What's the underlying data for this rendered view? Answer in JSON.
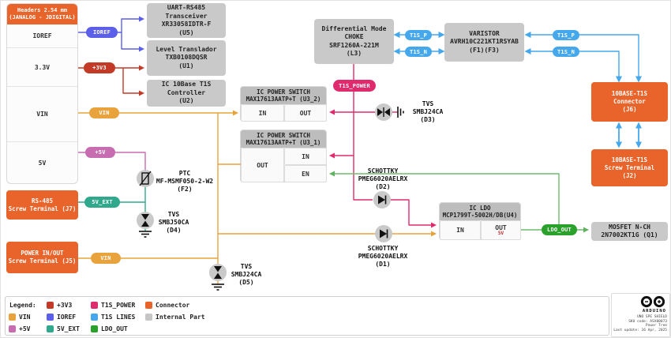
{
  "colors": {
    "vin": "#E9A33C",
    "p3v3": "#C33A27",
    "ioref": "#5B5FE9",
    "t1s_power": "#E02A6E",
    "p5v": "#C76CB1",
    "v5ext": "#2FA88C",
    "ldo_out": "#2AA12A",
    "t1s_lines": "#45A7EC",
    "connector": "#E8642B",
    "internal": "#C6C6C6"
  },
  "header_panel": {
    "title": "Headers 2.54 mm\n(JANALOG - JDIGITAL)",
    "rows": [
      "IOREF",
      "3.3V",
      "VIN",
      "5V"
    ]
  },
  "blocks": {
    "u5": "UART-RS485\nTransceiver\nXR33058IDTR-F\n(U5)",
    "u1": "Level Translador\nTXB0108DQSR\n(U1)",
    "u2": "IC 10Base T1S\nController\n(U2)",
    "l3": "Differential Mode\nCHOKE\nSRF1260A-221M\n(L3)",
    "f1f3": "VARISTOR\nAVRH10C221KT1RSYAB\n(F1)(F3)",
    "q1": "MOSFET N-CH\n2N7002KT1G (Q1)",
    "j7": "RS-485\nScrew Terminal (J7)",
    "j5": "POWER IN/OUT\nScrew Terminal (J5)",
    "j6": "10BASE-T1S\nConnector\n(J6)",
    "j2": "10BASE-T1S\nScrew Terminal\n(J2)",
    "u3_2": {
      "title": "IC POWER SWITCH\nMAX17613AATP+T (U3_2)",
      "in": "IN",
      "out": "OUT"
    },
    "u3_1": {
      "title": "IC POWER SWITCH\nMAX17613AATP+T (U3_1)",
      "out": "OUT",
      "in": "IN",
      "en": "EN"
    },
    "u4": {
      "title": "IC LDO\nMCP1799T-5002H/DB(U4)",
      "in": "IN",
      "out": "OUT",
      "out_voltage": "5V"
    }
  },
  "pills": {
    "ioref": "IOREF",
    "p3v3": "+3V3",
    "vin": "VIN",
    "p5v": "+5V",
    "v5ext": "5V_EXT",
    "vin_j5": "VIN",
    "t1s_power": "T1S_POWER",
    "t1s_p": "T1S_P",
    "t1s_n": "T1S_N",
    "ldo_out": "LDO_OUT"
  },
  "components": {
    "f2": "PTC\nMF-MSMF050-2-W2\n(F2)",
    "d4": "TVS\nSMBJ50CA\n(D4)",
    "d5": "TVS\nSMBJ24CA\n(D5)",
    "d3": "TVS\nSMBJ24CA\n(D3)",
    "d2": "SCHOTTKY\nPMEG6020AELRX\n(D2)",
    "d1": "SCHOTTKY\nPMEG6020AELRX\n(D1)"
  },
  "legend": {
    "title": "Legend:",
    "items": [
      {
        "label": "+3V3",
        "color": "#C33A27"
      },
      {
        "label": "T1S_POWER",
        "color": "#E02A6E"
      },
      {
        "label": "Connector",
        "color": "#E8642B"
      },
      {
        "label": "VIN",
        "color": "#E9A33C"
      },
      {
        "label": "IOREF",
        "color": "#5B5FE9"
      },
      {
        "label": "T1S LINES",
        "color": "#45A7EC"
      },
      {
        "label": "Internal Part",
        "color": "#C6C6C6"
      },
      {
        "label": "+5V",
        "color": "#C76CB1"
      },
      {
        "label": "5V_EXT",
        "color": "#2FA88C"
      },
      {
        "label": "LDO_OUT",
        "color": "#2AA12A"
      }
    ]
  },
  "footer": {
    "brand": "ARDUINO",
    "lines": "UNO SPE SHIELD\nSKU code: ASX00073\nPower Tree\nLast update: 16 Apr, 2025"
  }
}
